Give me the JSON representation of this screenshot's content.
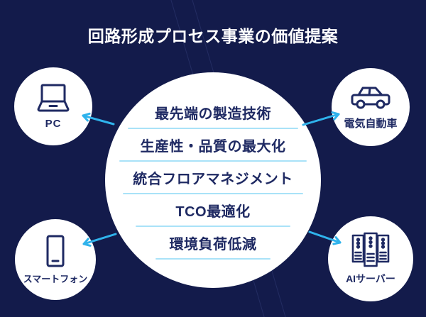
{
  "title": "回路形成プロセス事業の価値提案",
  "colors": {
    "background": "#131b4b",
    "text_navy": "#1f2a63",
    "divider_blue": "#a9e2f8",
    "arrow_blue": "#2fb3ec",
    "circle_white": "#ffffff"
  },
  "center": {
    "items": [
      {
        "label": "最先端の製造技術"
      },
      {
        "label": "生産性・品質の最大化"
      },
      {
        "label": "統合フロアマネジメント"
      },
      {
        "label": "TCO最適化"
      },
      {
        "label": "環境負荷低減"
      }
    ]
  },
  "nodes": [
    {
      "id": "pc",
      "label": "PC",
      "icon": "laptop-icon"
    },
    {
      "id": "electric-vehicle",
      "label": "電気自動車",
      "icon": "car-icon"
    },
    {
      "id": "smartphone",
      "label": "スマートフォン",
      "icon": "smartphone-icon"
    },
    {
      "id": "ai-server",
      "label": "AIサーバー",
      "icon": "server-icon"
    }
  ]
}
